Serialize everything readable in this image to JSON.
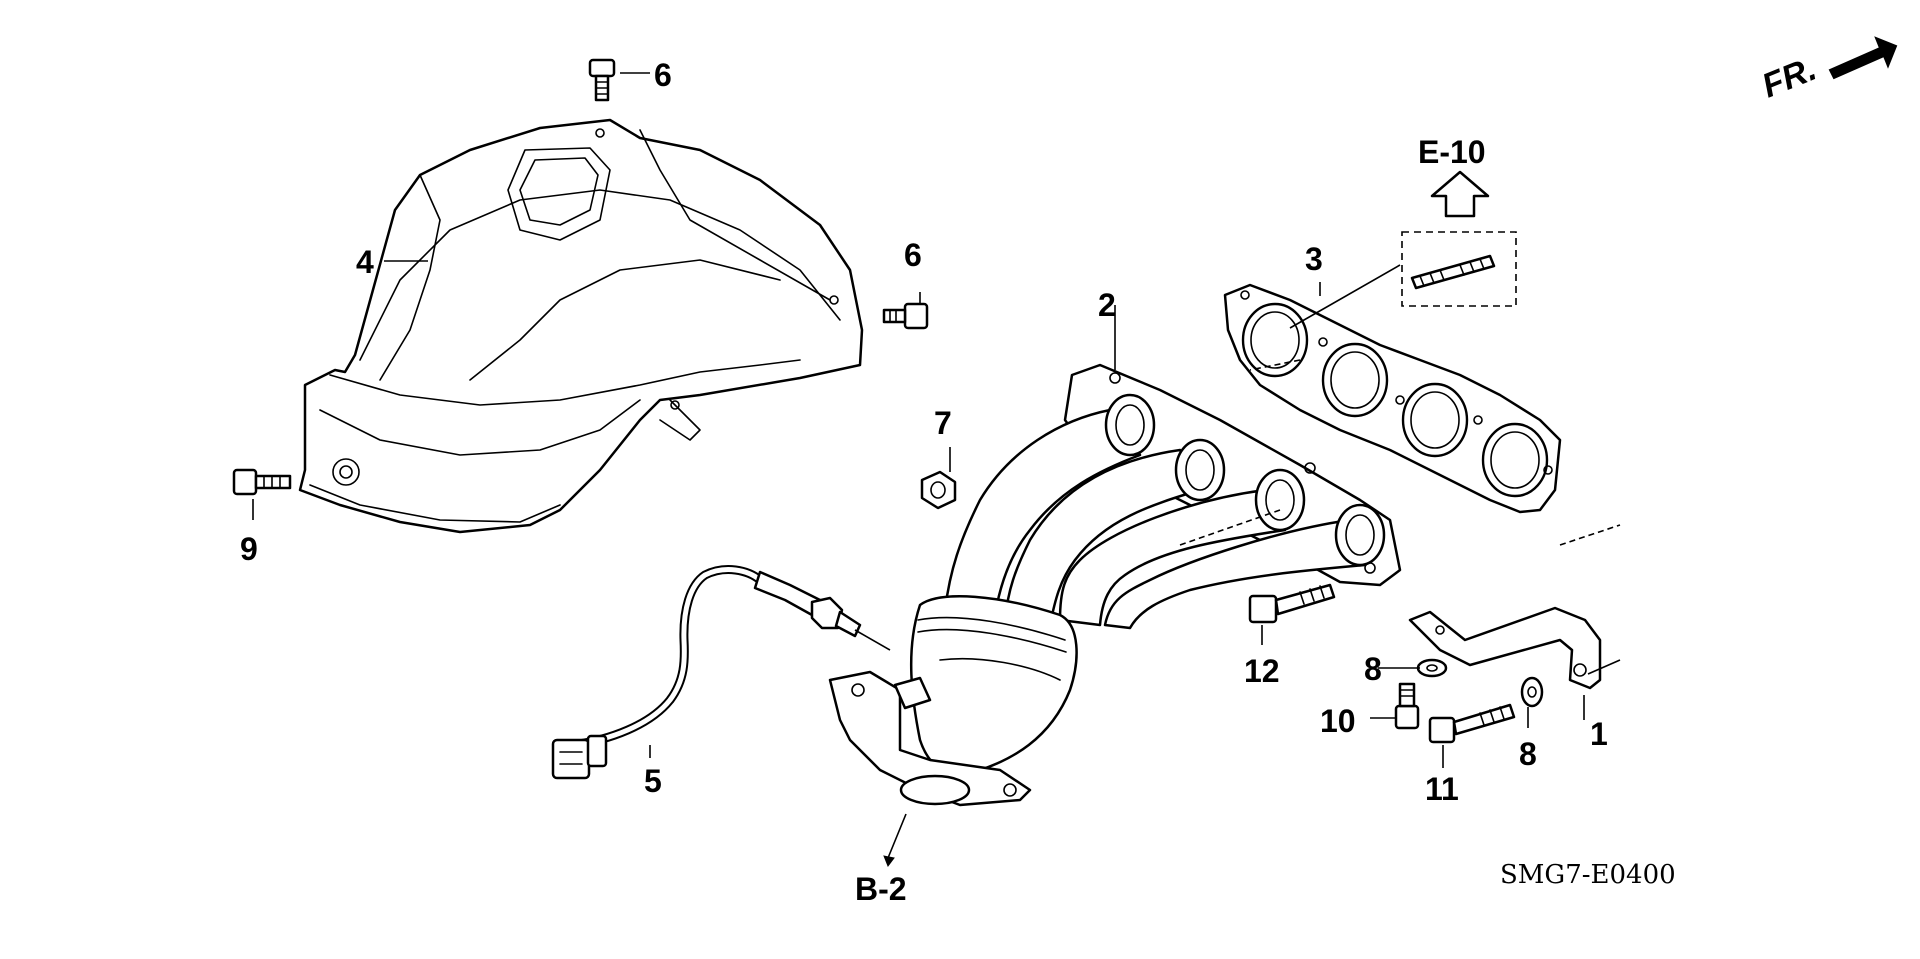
{
  "diagram": {
    "front_indicator": "FR.",
    "reference_code": "SMG7-E0400",
    "references": {
      "upper": "E-10",
      "lower": "B-2"
    },
    "callouts": [
      "1",
      "2",
      "3",
      "4",
      "5",
      "6",
      "6",
      "7",
      "8",
      "8",
      "9",
      "10",
      "11",
      "12"
    ],
    "colors": {
      "line": "#000000",
      "background": "#ffffff"
    }
  }
}
